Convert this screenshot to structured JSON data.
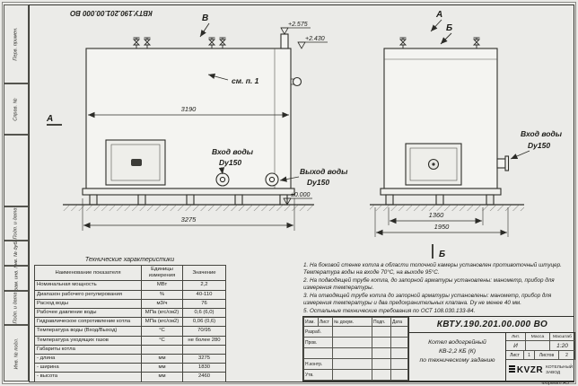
{
  "doc": {
    "number": "КВТУ.190.201.00.000 ВО",
    "format": "Формат А3"
  },
  "left_stamp": {
    "fields": [
      "Перв. примен.",
      "Справ. №",
      "",
      "Подп. и дата",
      "Инв. № дубл.",
      "Взам. инв. №",
      "Подп. и дата",
      "Инв. № подл."
    ]
  },
  "drawing": {
    "labels": {
      "see_note": "см. п. 1",
      "inlet_left": "Вход воды",
      "inlet_left_dn": "Dy150",
      "outlet": "Выход воды",
      "outlet_dn": "Dy150",
      "inlet_right": "Вход воды",
      "inlet_right_dn": "Dy150",
      "view_v": "В",
      "view_a_top": "А",
      "view_b_top": "Б",
      "view_a_left": "А",
      "section_b_bottom": "Б",
      "elev_top": "+2.575",
      "elev_mid": "+2.430",
      "elev_zero": "±0.000"
    },
    "dimensions": {
      "front_width": "3190",
      "front_base": "3275",
      "side_width": "1360",
      "side_total": "1950"
    }
  },
  "tech_table": {
    "title": "Технические характеристики",
    "headers": [
      "Наименование показателя",
      "Единицы измерения",
      "Значение"
    ],
    "rows": [
      [
        "Номинальная мощность",
        "МВт",
        "2,2"
      ],
      [
        "Диапазон рабочего регулирования",
        "%",
        "40-110"
      ],
      [
        "Расход воды",
        "м3/ч",
        "76"
      ],
      [
        "Рабочее давление воды",
        "МПа (кгс/см2)",
        "0,6 (6,0)"
      ],
      [
        "Гидравлическое сопротивление котла",
        "МПа (кгс/см2)",
        "0,06 (0,6)"
      ],
      [
        "Температура воды (Вход/Выход)",
        "°С",
        "70/95"
      ],
      [
        "Температура уходящих газов",
        "°С",
        "не более 280"
      ],
      [
        "Габариты котла",
        "",
        ""
      ],
      [
        "- длина",
        "мм",
        "3275"
      ],
      [
        "- ширина",
        "мм",
        "1830"
      ],
      [
        "- высота",
        "мм",
        "2460"
      ]
    ]
  },
  "notes": [
    "1. На боковой стенке котла в области топочной камеры установлен противоточный штуцер. Температура воды на входе 70°С, на выходе 95°С.",
    "2. На подводящей трубе котла, до запорной арматуры установлены: манометр, прибор для измерения температуры.",
    "3. На отводящей трубе котла до запорной арматуры установлены: манометр, прибор для измерения температуры и два предохранительных клапана. Dу не менее 40 мм.",
    "5. Остальные технические требования по ОСТ 108.030.133-84."
  ],
  "title_block": {
    "cols": [
      "Изм.",
      "Лист",
      "№ докум.",
      "Подп.",
      "Дата"
    ],
    "rows": [
      "Разраб.",
      "Пров.",
      "",
      "Н.контр.",
      "Утв."
    ],
    "name_lines": [
      "Котел водогрейный",
      "КВ-2,2 КБ (К)",
      "по техническому заданию"
    ],
    "lit_label": "Лит.",
    "mass_label": "Масса",
    "scale_label": "Масштаб",
    "lit_value": "И",
    "mass_value": "",
    "scale_value": "1:20",
    "sheet_label": "Лист",
    "sheet_value": "1",
    "sheets_label": "Листов",
    "sheets_value": "2",
    "company_logo": "KVZR",
    "company_line1": "КОТЕЛЬНЫЙ",
    "company_line2": "ЗАВОД"
  }
}
